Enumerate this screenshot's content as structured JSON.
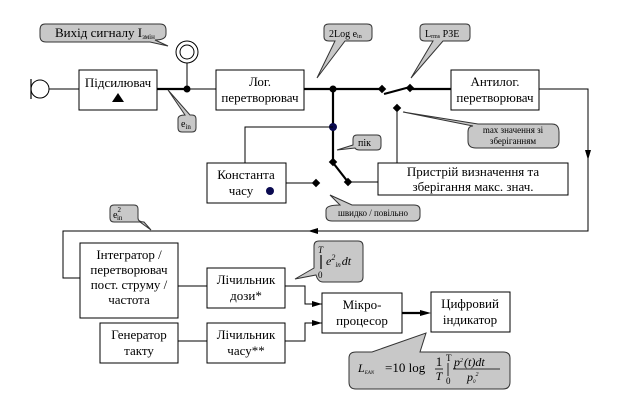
{
  "blocks": {
    "amplifier": {
      "label": "Підсилювач"
    },
    "log_converter": {
      "line1": "Лог.",
      "line2": "перетворювач"
    },
    "antilog_converter": {
      "line1": "Антилог.",
      "line2": "перетворювач"
    },
    "time_constant": {
      "line1": "Константа",
      "line2": "часу"
    },
    "peak_device": {
      "line1": "Пристрій визначення та",
      "line2": "зберігання макс. знач."
    },
    "integrator": {
      "line1": "Інтегратор /",
      "line2": "перетворювач",
      "line3": "пост. струму /",
      "line4": "частота"
    },
    "dose_counter": {
      "line1": "Лічильник",
      "line2": "дози*"
    },
    "clock_generator": {
      "line1": "Генератор",
      "line2": "такту"
    },
    "time_counter": {
      "line1": "Лічильник",
      "line2": "часу**"
    },
    "microprocessor": {
      "line1": "Мікро-",
      "line2": "процесор"
    },
    "digital_indicator": {
      "line1": "Цифровий",
      "line2": "індикатор"
    }
  },
  "callouts": {
    "signal_output": {
      "text": "Вихід  сигналу I",
      "sub": "змін"
    },
    "e_in": {
      "base": "e",
      "sub": "in"
    },
    "two_log": {
      "text": "2Log e",
      "sub": "in"
    },
    "l_rms": {
      "text": "L",
      "sub": "rms",
      "suffix": " РЗЕ"
    },
    "peak": {
      "text": "пік"
    },
    "max_hold": {
      "line1": "max значення зі",
      "line2": "зберіганням"
    },
    "fast_slow": {
      "text": "швидко / повільно"
    },
    "e2_in": {
      "base": "e",
      "sup": "2",
      "sub": "in"
    },
    "integral": {
      "upper": "T",
      "lower": "0",
      "expr": "e",
      "sup": "2",
      "sub": "in",
      "tail": "dt"
    },
    "formula": {
      "lhs": "L",
      "lhs_sub": "EAN",
      "eq": "=10 log",
      "frac1_num": "1",
      "frac1_den": "T",
      "int_upper": "T",
      "int_lower": "0",
      "num": "p",
      "num_sup": "2",
      "num_tail": "(t)dt",
      "den": "p",
      "den_sub": "0",
      "den_sup": "2"
    }
  }
}
